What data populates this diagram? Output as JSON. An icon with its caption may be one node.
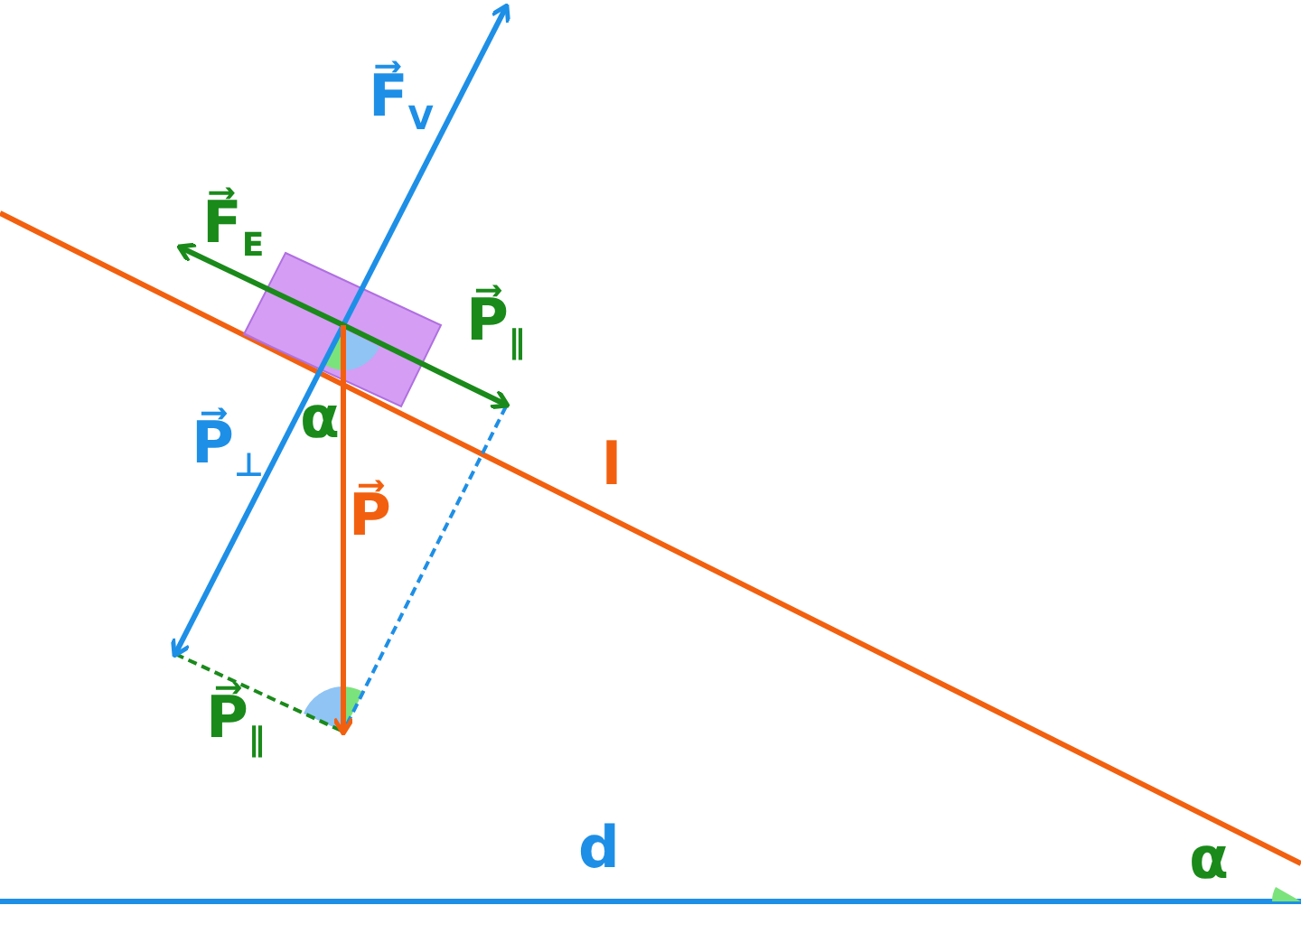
{
  "diagram": {
    "labels": [
      "F⃗$_{V}$",
      "F⃗$_{E}$",
      "P⃗$_{∥}$",
      "P⃗$_{⊥}$",
      "α",
      "P⃗",
      "l",
      "P⃗$_{∥}$",
      "d",
      "α"
    ]
  }
}
